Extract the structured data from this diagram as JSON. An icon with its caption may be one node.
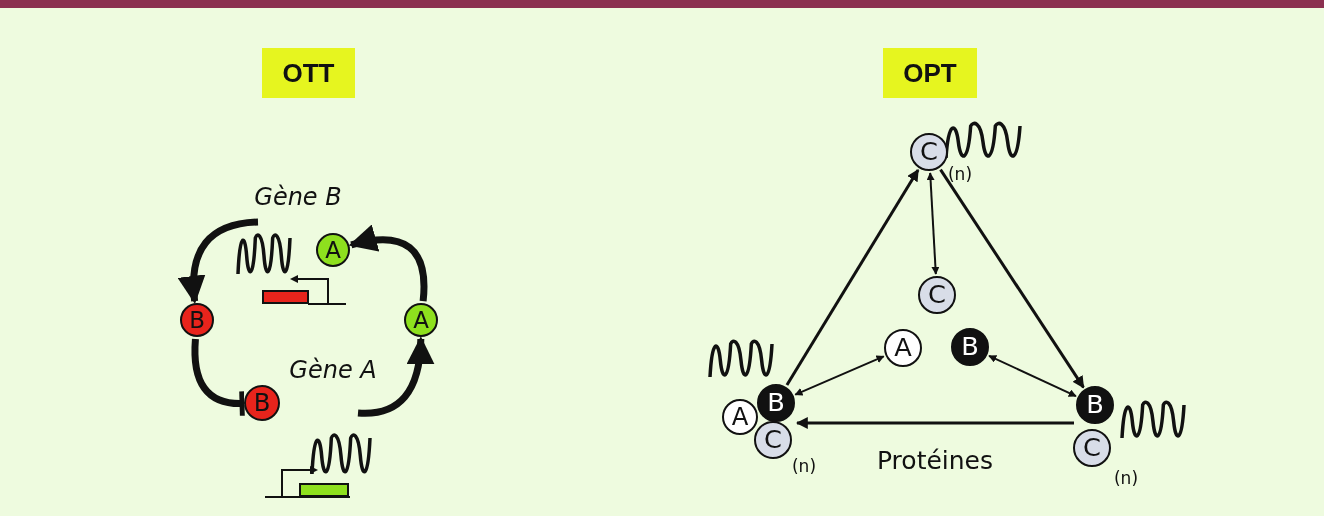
{
  "diagram": {
    "nodes": [
      {
        "text": [
          "OTT"
        ]
      },
      {
        "text": [
          "OPT"
        ]
      },
      {
        "text": [
          "B"
        ]
      },
      {
        "text": [
          "A"
        ]
      },
      {
        "text": [
          "A"
        ]
      },
      {
        "text": [
          "B"
        ]
      },
      {
        "text": [
          "C"
        ]
      },
      {
        "text": [
          "C"
        ]
      },
      {
        "text": [
          "A"
        ]
      },
      {
        "text": [
          "B"
        ]
      },
      {
        "text": [
          "A"
        ]
      },
      {
        "text": [
          "B"
        ]
      },
      {
        "text": [
          "C"
        ]
      },
      {
        "text": [
          "B"
        ]
      },
      {
        "text": [
          "C"
        ]
      }
    ],
    "edges": [
      {
        "from": 4,
        "to": 3,
        "arrow": "to",
        "style": "thick"
      },
      {
        "from": null,
        "to": 2,
        "arrow": "to",
        "style": "thick"
      },
      {
        "from": 2,
        "to": 5,
        "arrow": "other",
        "style": "thick"
      },
      {
        "from": null,
        "to": 4,
        "arrow": "to",
        "style": "thick"
      },
      {
        "from": 11,
        "to": 6,
        "arrow": "to"
      },
      {
        "from": 6,
        "to": 13,
        "arrow": "to"
      },
      {
        "from": 13,
        "to": 11,
        "arrow": "to"
      },
      {
        "from": 6,
        "to": 7,
        "arrow": "both"
      },
      {
        "from": 11,
        "to": 8,
        "arrow": "both"
      },
      {
        "from": 9,
        "to": 13,
        "arrow": "both"
      }
    ],
    "labels": [
      "Gène B",
      "Gène A",
      "(n)",
      "(n)",
      "(n)",
      "Protéines"
    ]
  }
}
